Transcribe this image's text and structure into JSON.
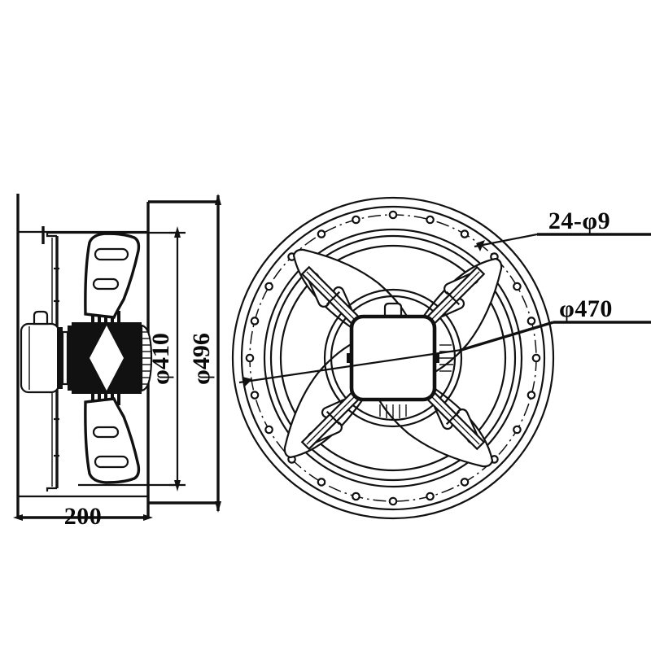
{
  "drawing": {
    "type": "engineering-drawing",
    "subject": "axial flow fan",
    "views": [
      {
        "id": "side-view",
        "name": "Side elevation view",
        "position": "left"
      },
      {
        "id": "front-view",
        "name": "Front elevation view",
        "position": "right"
      }
    ],
    "line_color": "#111111",
    "background_color": "#ffffff"
  },
  "dimensions": {
    "depth": {
      "label": "200",
      "value": 200,
      "unit": "mm",
      "orientation": "horizontal",
      "location": "bottom of side view",
      "description": "overall depth of fan assembly"
    },
    "impeller_diameter": {
      "label": "φ410",
      "value": 410,
      "unit": "mm",
      "orientation": "vertical",
      "location": "right of side view, inner dimension line",
      "description": "impeller / blade tip diameter"
    },
    "outer_diameter": {
      "label": "φ496",
      "value": 496,
      "unit": "mm",
      "orientation": "vertical",
      "location": "right of side view, outer dimension line",
      "description": "overall outside diameter of mounting ring"
    },
    "bolt_circle": {
      "label": "φ470",
      "value": 470,
      "unit": "mm",
      "orientation": "leader",
      "location": "right of front view, lower leader",
      "description": "bolt hole pitch circle diameter"
    },
    "bolt_holes": {
      "label": "24-φ9",
      "count": 24,
      "hole_diameter": 9,
      "unit": "mm",
      "orientation": "leader",
      "location": "right of front view, upper leader",
      "description": "twenty four mounting holes of 9 mm diameter"
    }
  },
  "side_view": {
    "name": "side-view",
    "components": [
      {
        "name": "motor-housing",
        "description": "cylindrical motor body at left"
      },
      {
        "name": "terminal-box",
        "description": "small junction box on top of motor"
      },
      {
        "name": "mounting-plate",
        "description": "vertical flange plate"
      },
      {
        "name": "hub",
        "description": "central hub with diamond cut profile"
      },
      {
        "name": "blade-upper",
        "description": "upper fan blade with two oval slots"
      },
      {
        "name": "blade-lower",
        "description": "lower fan blade with two oval slots"
      }
    ]
  },
  "front_view": {
    "name": "front-view",
    "blade_count": 4,
    "strut_count": 4,
    "slots_per_blade": 2,
    "components": [
      {
        "name": "outer-ring",
        "description": "outer mounting ring"
      },
      {
        "name": "bolt-circle-centerline",
        "description": "dash-dot bolt pitch circle"
      },
      {
        "name": "shroud-ring",
        "description": "inner shroud ring"
      },
      {
        "name": "blades",
        "description": "four swept impeller blades each with two oval slots"
      },
      {
        "name": "guard-struts",
        "description": "four diagonal support struts"
      },
      {
        "name": "hub-box",
        "description": "rounded square motor hub at centre"
      },
      {
        "name": "terminal-box",
        "description": "small box above hub"
      }
    ]
  }
}
